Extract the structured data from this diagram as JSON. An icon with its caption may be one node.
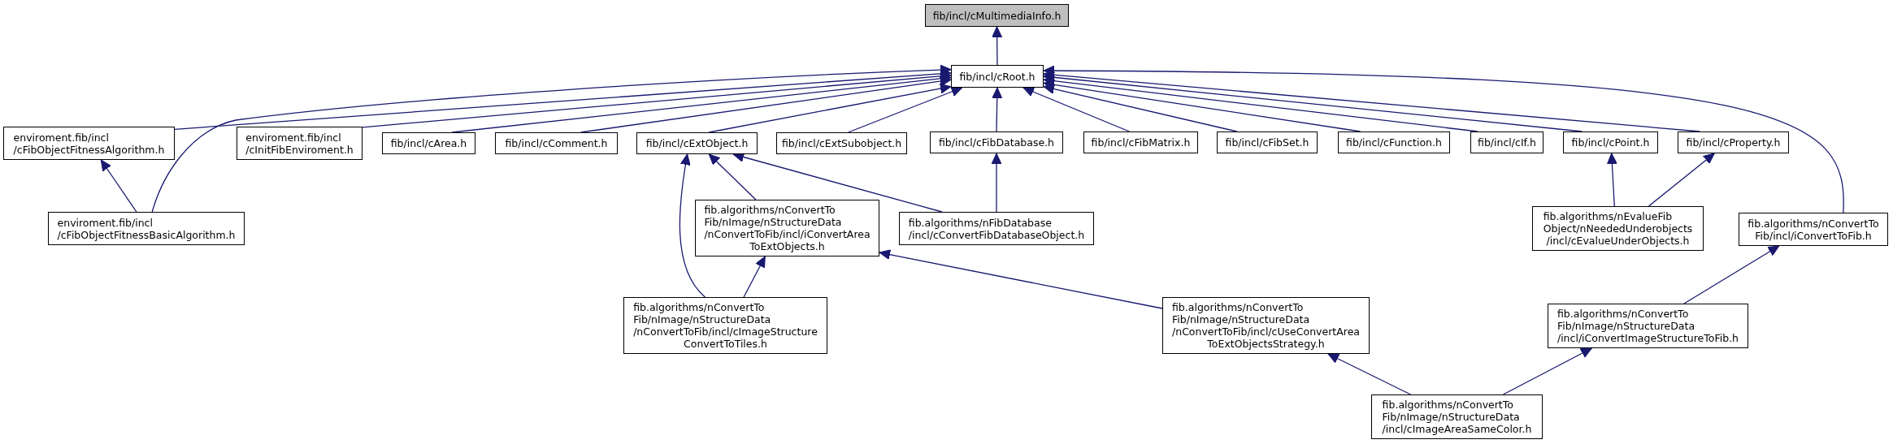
{
  "diagram": {
    "nodes": [
      {
        "text": [
          "fib/incl/cMultimediaInfo.h"
        ]
      },
      {
        "text": [
          "fib/incl/cRoot.h"
        ]
      },
      {
        "text": [
          "enviroment.fib/incl /cFibObjectFitnessAlgorithm.h"
        ]
      },
      {
        "text": [
          "enviroment.fib/incl /cInitFibEnviroment.h"
        ]
      },
      {
        "text": [
          "fib/incl/cArea.h"
        ]
      },
      {
        "text": [
          "fib/incl/cComment.h"
        ]
      },
      {
        "text": [
          "fib/incl/cExtObject.h"
        ]
      },
      {
        "text": [
          "fib/incl/cExtSubobject.h"
        ]
      },
      {
        "text": [
          "fib/incl/cFibDatabase.h"
        ]
      },
      {
        "text": [
          "fib/incl/cFibMatrix.h"
        ]
      },
      {
        "text": [
          "fib/incl/cFibSet.h"
        ]
      },
      {
        "text": [
          "fib/incl/cFunction.h"
        ]
      },
      {
        "text": [
          "fib/incl/cIf.h"
        ]
      },
      {
        "text": [
          "fib/incl/cPoint.h"
        ]
      },
      {
        "text": [
          "fib/incl/cProperty.h"
        ]
      },
      {
        "text": [
          "enviroment.fib/incl /cFibObjectFitnessBasicAlgorithm.h"
        ]
      },
      {
        "text": [
          "fib.algorithms/nConvertTo Fib/nImage/nStructureData /nConvertToFib/incl/iConvertArea ToExtObjects.h"
        ]
      },
      {
        "text": [
          "fib.algorithms/nFibDatabase /incl/cConvertFibDatabaseObject.h"
        ]
      },
      {
        "text": [
          "fib.algorithms/nEvalueFib Object/nNeededUnderobjects /incl/cEvalueUnderObjects.h"
        ]
      },
      {
        "text": [
          "fib.algorithms/nConvertTo Fib/incl/iConvertToFib.h"
        ]
      },
      {
        "text": [
          "fib.algorithms/nConvertTo Fib/nImage/nStructureData /nConvertToFib/incl/cImageStructure ConvertToTiles.h"
        ]
      },
      {
        "text": [
          "fib.algorithms/nConvertTo Fib/nImage/nStructureData /nConvertToFib/incl/cUseConvertArea ToExtObjectsStrategy.h"
        ]
      },
      {
        "text": [
          "fib.algorithms/nConvertTo Fib/nImage/nStructureData /incl/iConvertImageStructureToFib.h"
        ]
      },
      {
        "text": [
          "fib.algorithms/nConvertTo Fib/nImage/nStructureData /incl/cImageAreaSameColor.h"
        ]
      }
    ],
    "edges": [
      {
        "from": 1,
        "to": 0,
        "arrow": "to"
      },
      {
        "from": 2,
        "to": 1,
        "arrow": "to"
      },
      {
        "from": 3,
        "to": 1,
        "arrow": "to"
      },
      {
        "from": 4,
        "to": 1,
        "arrow": "to"
      },
      {
        "from": 5,
        "to": 1,
        "arrow": "to"
      },
      {
        "from": 6,
        "to": 1,
        "arrow": "to"
      },
      {
        "from": 7,
        "to": 1,
        "arrow": "to"
      },
      {
        "from": 8,
        "to": 1,
        "arrow": "to"
      },
      {
        "from": 9,
        "to": 1,
        "arrow": "to"
      },
      {
        "from": 10,
        "to": 1,
        "arrow": "to"
      },
      {
        "from": 11,
        "to": 1,
        "arrow": "to"
      },
      {
        "from": 12,
        "to": 1,
        "arrow": "to"
      },
      {
        "from": 13,
        "to": 1,
        "arrow": "to"
      },
      {
        "from": 14,
        "to": 1,
        "arrow": "to"
      },
      {
        "from": 15,
        "to": 1,
        "arrow": "to"
      },
      {
        "from": 19,
        "to": 1,
        "arrow": "to"
      },
      {
        "from": 15,
        "to": 2,
        "arrow": "to"
      },
      {
        "from": 16,
        "to": 6,
        "arrow": "to"
      },
      {
        "from": 20,
        "to": 6,
        "arrow": "to"
      },
      {
        "from": 17,
        "to": 6,
        "arrow": "to"
      },
      {
        "from": 17,
        "to": 8,
        "arrow": "to"
      },
      {
        "from": 20,
        "to": 16,
        "arrow": "to"
      },
      {
        "from": 21,
        "to": 16,
        "arrow": "to"
      },
      {
        "from": 18,
        "to": 13,
        "arrow": "to"
      },
      {
        "from": 18,
        "to": 14,
        "arrow": "to"
      },
      {
        "from": 22,
        "to": 19,
        "arrow": "to"
      },
      {
        "from": 23,
        "to": 21,
        "arrow": "to"
      },
      {
        "from": 23,
        "to": 22,
        "arrow": "to"
      }
    ]
  }
}
